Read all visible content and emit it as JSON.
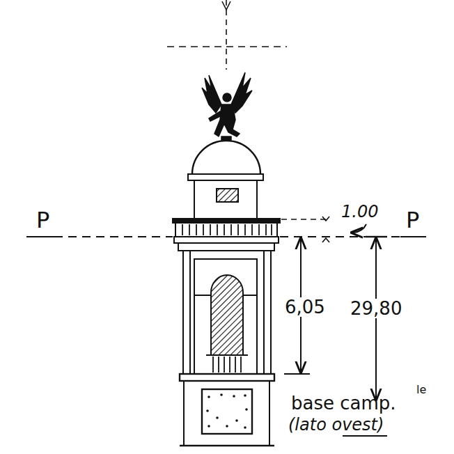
{
  "diagram": {
    "labels": [
      "P",
      "P",
      "1.00",
      "6,05",
      "29,80",
      "base camp.",
      "le",
      "(lato ovest)"
    ]
  }
}
